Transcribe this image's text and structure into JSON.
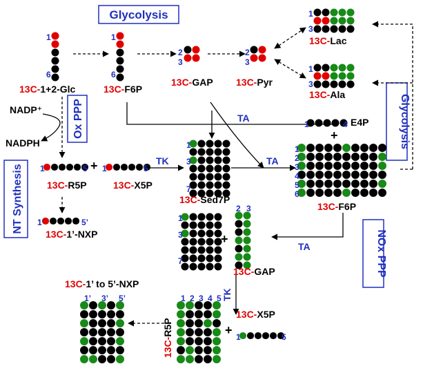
{
  "colors": {
    "carbon": "#000000",
    "label13c": "#e00000",
    "unlabeled_text": "#000000",
    "green": "#178a17",
    "red": "#e00000",
    "blue": "#1f2fbf",
    "box_border": "#1f2fbf"
  },
  "boxes": {
    "glycolysis_top": "Glycolysis",
    "ox_ppp": "Ox PPP",
    "nt_synthesis": "NT Synthesis",
    "glycolysis_right": "Glycolysis",
    "nox_ppp": "NOx PPP"
  },
  "cofactors": {
    "nadp_plus": "NADP⁺",
    "nadph": "NADPH"
  },
  "enzymes": {
    "ta": "TA",
    "tk": "TK"
  },
  "metabolites": {
    "glc": {
      "prefix": "13C-",
      "name": "1+2-Glc"
    },
    "f6p_top": {
      "prefix": "13C-",
      "name": "F6P"
    },
    "gap_top": {
      "prefix": "13C-",
      "name": "GAP"
    },
    "pyr": {
      "prefix": "13C-",
      "name": "Pyr"
    },
    "lac": {
      "prefix": "13C-",
      "name": "Lac"
    },
    "ala": {
      "prefix": "13C-",
      "name": "Ala"
    },
    "e4p": {
      "prefix": "",
      "name": "E4P"
    },
    "r5p": {
      "prefix": "13C-",
      "name": "R5P"
    },
    "x5p_mid": {
      "prefix": "13C-",
      "name": "X5P"
    },
    "sed7p": {
      "prefix": "13C-",
      "name": "Sed7P"
    },
    "f6p_mid": {
      "prefix": "13C-",
      "name": "F6P"
    },
    "nxp": {
      "prefix": "13C-",
      "name": "1’-NXP"
    },
    "gap_low": {
      "prefix": "13C-",
      "name": "GAP"
    },
    "x5p_low": {
      "prefix": "13C-",
      "name": "X5P"
    },
    "r5p_low": {
      "prefix": "13C-",
      "name": "R5P"
    },
    "nxp_all": {
      "prefix": "13C-",
      "name": "1’ to 5’-NXP"
    }
  },
  "plus_sign": "+",
  "numbers": {
    "glc_1": "1",
    "glc_6": "6",
    "f6p_1": "1",
    "f6p_6": "6",
    "gap_2": "2",
    "gap_3": "3",
    "pyr_2": "2",
    "pyr_3": "3",
    "lac_1": "1",
    "lac_3": "3",
    "ala_1": "1",
    "ala_3": "3",
    "e4p_1": "1",
    "e4p_4": "4",
    "r5p_1": "1",
    "r5p_5": "5",
    "x5p_1": "1",
    "x5p_5": "5",
    "sed_1": "1",
    "sed_3": "3",
    "sed_7": "7",
    "f6pm_1": "1",
    "f6pm_2": "2",
    "f6pm_3": "3",
    "f6pm_4": "4",
    "f6pm_5": "5",
    "f6pm_6": "6",
    "nxp_1": "1’",
    "nxp_5": "5’",
    "sedl_1": "1",
    "sedl_3": "3",
    "sedl_7": "7",
    "gapl_2": "2",
    "gapl_3": "3",
    "x5pl_1": "1",
    "x5pl_5": "5",
    "r5pl_1": "1",
    "r5pl_2": "2",
    "r5pl_3": "3",
    "r5pl_4": "4",
    "r5pl_5": "5",
    "nxpa_1": "1’",
    "nxpa_3": "3’",
    "nxpa_5": "5’"
  },
  "grids": [
    {
      "id": "glc",
      "rows": [
        "R",
        "R",
        "K",
        "K",
        "K",
        "K"
      ]
    },
    {
      "id": "f6p_top",
      "rows": [
        "R",
        "R",
        "K",
        "K",
        "K",
        "K"
      ]
    },
    {
      "id": "gap_top",
      "rows": [
        "KR",
        "RR"
      ]
    },
    {
      "id": "pyr",
      "rows": [
        "KR",
        "RR"
      ]
    },
    {
      "id": "lac",
      "rows": [
        "KKGGG",
        "RRGGG",
        "KKKKK"
      ]
    },
    {
      "id": "ala",
      "rows": [
        "KKGGG",
        "RRGGG",
        "KKKKK"
      ]
    },
    {
      "id": "e4p",
      "rows": [
        "KKKKK"
      ]
    },
    {
      "id": "r5p",
      "rows": [
        "RKKKKK"
      ]
    },
    {
      "id": "x5p_mid",
      "rows": [
        "RKKKKK"
      ]
    },
    {
      "id": "sed7p",
      "rows": [
        "GKKKK",
        "KKKKK",
        "GKKKK",
        "KKKKK",
        "KKKKK",
        "KKKKK",
        "KKKKK"
      ]
    },
    {
      "id": "f6p_mid",
      "rows": [
        "GKKKKGKKKK",
        "GKKKKKKKKG",
        "GKKKKKKKKG",
        "KKKKKKKKKK",
        "GKKKKKKKKG",
        "GKKKKGKKKK"
      ]
    },
    {
      "id": "nxp",
      "rows": [
        "RKKKK"
      ]
    },
    {
      "id": "sedl",
      "rows": [
        "GKKKK",
        "KKKKK",
        "GKKKK",
        "KKKKK",
        "KKKKK",
        "KKKKK",
        "KKKKK"
      ]
    },
    {
      "id": "gapl",
      "rows": [
        "GG",
        "KG",
        "KG",
        "GG",
        "KG",
        "GG",
        "KG"
      ]
    },
    {
      "id": "x5pl",
      "rows": [
        "GKKKKK"
      ]
    },
    {
      "id": "r5pl",
      "rows": [
        "GGKKG",
        "GKKKG",
        "GKKGK",
        "GKKKG",
        "GKKKG",
        "KGKKG",
        "GGKKG"
      ]
    },
    {
      "id": "nxpall",
      "rows": [
        "GKGKG",
        "KKKKK",
        "GKKKG",
        "KKKKK",
        "GKKKG",
        "KKKKK",
        "GGKKG"
      ]
    }
  ]
}
